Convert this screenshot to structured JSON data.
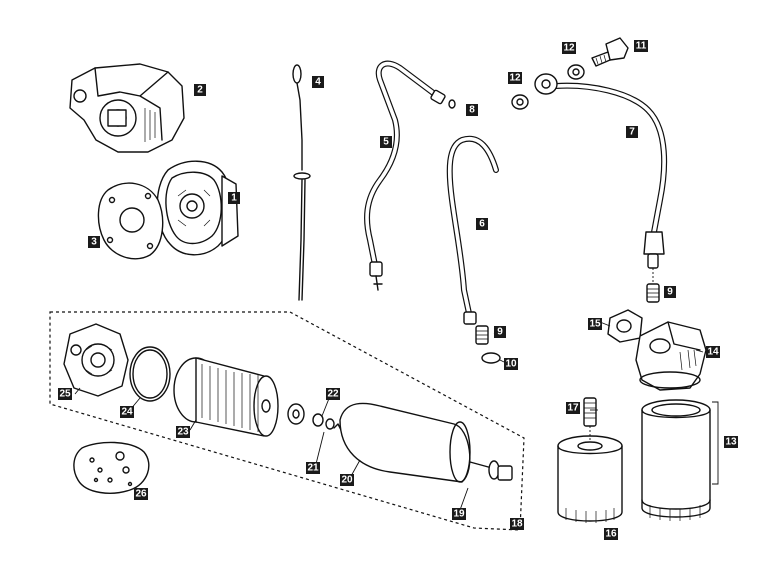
{
  "callouts": [
    "1",
    "2",
    "3",
    "4",
    "5",
    "6",
    "7",
    "8",
    "9",
    "9",
    "10",
    "11",
    "12",
    "12",
    "13",
    "14",
    "15",
    "16",
    "17",
    "18",
    "19",
    "20",
    "21",
    "22",
    "23",
    "24",
    "25",
    "26"
  ]
}
